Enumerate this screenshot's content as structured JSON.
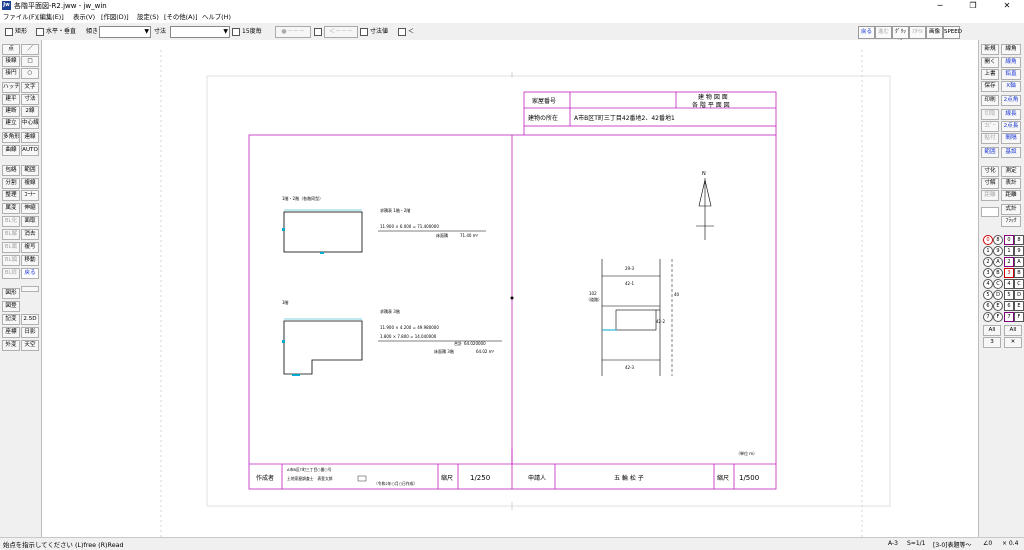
{
  "window": {
    "title": "各階平面図-R2.jww - jw_win",
    "app_icon": "Jw",
    "minimize": "─",
    "maximize": "❐",
    "close": "✕"
  },
  "menu": [
    "ファイル(F)",
    "[編集(E)]",
    "表示(V)",
    "[作図(D)]",
    "設定(S)",
    "[その他(A)]",
    "ヘルプ(H)"
  ],
  "toolbar": {
    "rect_label": "矩形",
    "hv_label": "水平・垂直",
    "slope_label": "傾き",
    "dim_label": "寸法",
    "deg15_label": "15度毎",
    "arrow1": "●－－－",
    "arrow2": "＜－－－",
    "dimvalue_label": "寸法値",
    "angle_label": "＜",
    "right_buttons": [
      "戻る",
      "進む",
      "ｸﾞﾘｯﾄﾞ",
      "ｽﾀｲﾙ",
      "画像",
      "SPEED"
    ]
  },
  "left_tools": [
    [
      "点",
      "／"
    ],
    [
      "接線",
      "□"
    ],
    [
      "接円",
      "○"
    ],
    [
      "ハッチ",
      "文字"
    ],
    [
      "建平",
      "寸法"
    ],
    [
      "建断",
      "2線"
    ],
    [
      "建立",
      "中心線"
    ],
    [
      "多角形",
      "連線"
    ],
    [
      "曲線",
      "AUTO"
    ],
    [
      "包絡",
      "範囲"
    ],
    [
      "分割",
      "複線"
    ],
    [
      "整理",
      "ｺｰﾅｰ"
    ],
    [
      "属変",
      "伸縮"
    ],
    [
      "BL化",
      "面取"
    ],
    [
      "BL解",
      "消去"
    ],
    [
      "BL属",
      "複写"
    ],
    [
      "BL編",
      "移動"
    ],
    [
      "BL終",
      "戻る"
    ],
    [
      "図形",
      ""
    ],
    [
      "図登",
      ""
    ],
    [
      "記変",
      "2.5D"
    ],
    [
      "座標",
      "日影"
    ],
    [
      "外変",
      "天空"
    ]
  ],
  "right_tools": [
    [
      "新規",
      "線角"
    ],
    [
      "開く",
      "線角"
    ],
    [
      "上書",
      "鉛直"
    ],
    [
      "保存",
      "X軸"
    ],
    [
      "印刷",
      "2点角"
    ],
    [
      "切取",
      "線長"
    ],
    [
      "ｺﾋﾟｰ",
      "2点長"
    ],
    [
      "貼付",
      "間隔"
    ],
    [
      "範囲",
      "基設"
    ],
    [
      "寸化",
      "測定"
    ],
    [
      "寸解",
      "表計"
    ],
    [
      "距離",
      "距離"
    ],
    [
      "",
      "式計"
    ],
    [
      "",
      "ﾌﾗｯｸ"
    ]
  ],
  "layers": {
    "layer_circles": [
      "0",
      "1",
      "2",
      "3",
      "4",
      "5",
      "6",
      "7"
    ],
    "layer_letters": [
      "8",
      "9",
      "A",
      "B",
      "C",
      "D",
      "E",
      "F"
    ],
    "group_squares": [
      "0",
      "1",
      "2",
      "3",
      "4",
      "5",
      "6",
      "7"
    ],
    "group_letters": [
      "8",
      "9",
      "A",
      "B",
      "C",
      "D",
      "E",
      "F"
    ],
    "all_label": "All",
    "layer_number": "3",
    "all_label2": "All"
  },
  "drawing": {
    "kaoku_bango": "家屋番号",
    "title_line1": "建 物 図 面",
    "title_line2": "各 階 平 面 図",
    "location_label": "建物の所在",
    "location_value": "A市B区T町三丁目42番地2、42番地1",
    "floor12_title": "1階・2階（各階同型）",
    "floor12_calc_title": "求積表 1階・2階",
    "floor12_calc": "11.900 × 6.000 = 71.400000",
    "floor12_area_label": "床面積",
    "floor12_area": "71.40 m²",
    "floor3_title": "3階",
    "floor3_calc_title": "求積表 3階",
    "floor3_calc1": "11.900 × 4.200 = 49.980000",
    "floor3_calc2": "1.800 × 7.800 = 14.040000",
    "floor3_sum_label": "合計",
    "floor3_sum": "64.020000",
    "floor3_area_label": "床面積 3階",
    "floor3_area": "64.02 m²",
    "north": "N",
    "site_labels": [
      "29-3",
      "42-1",
      "40",
      "102",
      "（道路）",
      "42-2",
      "42-3"
    ],
    "unit_note": "（単位 m）",
    "creator_label": "作成者",
    "creator_line1": "A市B区T町三丁目○番○号",
    "creator_line2": "土地家屋調査士　表登太郎",
    "creator_line3": "（令和2年○月○日作成）",
    "scale_label1": "縮尺",
    "scale1": "1/250",
    "applicant_label": "申請人",
    "applicant_name": "五 輪 松 子",
    "scale_label2": "縮尺",
    "scale2": "1/500"
  },
  "status": {
    "message": "始点を指示してください (L)free (R)Read",
    "right": [
      "A-3",
      "S=1/1",
      "[3-0]表題等～",
      "∠0",
      "× 0.4"
    ]
  }
}
